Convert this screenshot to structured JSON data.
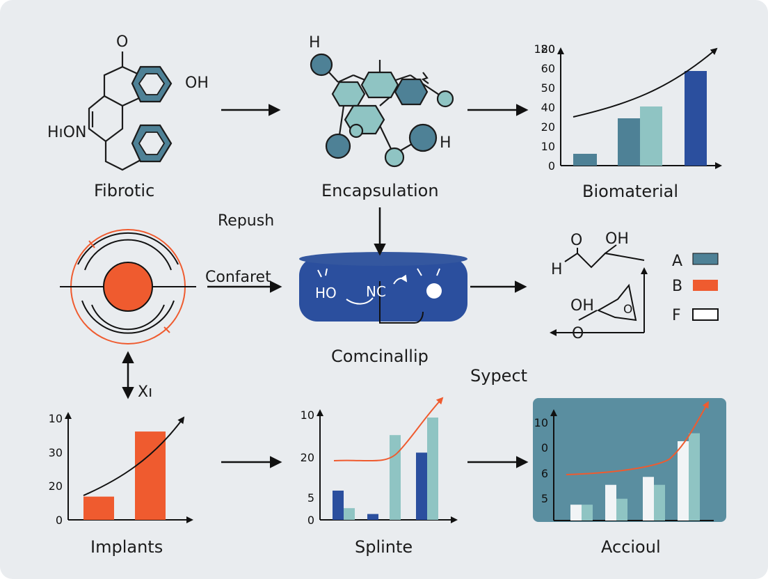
{
  "titles": {
    "fibrotic": "Fibrotic",
    "encapsulation": "Encapsulation",
    "biomaterial": "Biomaterial",
    "repush": "Repush",
    "confaret": "Confaret",
    "comcinallip": "Comcinallip",
    "sypect": "Sypect",
    "implants": "Implants",
    "splinte": "Splinte",
    "accioul": "Accioul",
    "x_label": "Xı"
  },
  "molecule1": {
    "o_top": "O",
    "oh": "OH",
    "hon": "HıON"
  },
  "molecule2": {
    "h_top": "H",
    "h_right": "H"
  },
  "capsule": {
    "ho": "HO",
    "nc": "NC"
  },
  "structure": {
    "o_top": "O",
    "oh_top": "OH",
    "h_left": "H",
    "oh_mid": "OH",
    "o_ring": "O",
    "o_bottom": "O"
  },
  "legend": [
    {
      "label": "A",
      "color": "#4e8196"
    },
    {
      "label": "B",
      "color": "#ef5b2f"
    },
    {
      "label": "F",
      "color": "#ffffff"
    }
  ],
  "colors": {
    "teal_dark": "#4e8196",
    "teal_light": "#8fc4c3",
    "navy": "#2b4f9e",
    "orange": "#ef5b2f",
    "panel": "#5a8ea0"
  },
  "chart_data": [
    {
      "type": "bar",
      "ytick_labels": [
        "0",
        "10",
        "20",
        "40",
        "50",
        "60",
        "80",
        "120"
      ],
      "series": [
        {
          "values": [
            10,
            40,
            50,
            80
          ]
        }
      ]
    },
    {
      "type": "bar",
      "ytick_labels": [
        "0",
        "20",
        "30",
        "10"
      ],
      "series": [
        {
          "values": [
            10,
            38
          ]
        }
      ]
    },
    {
      "type": "bar",
      "ytick_labels": [
        "0",
        "5",
        "20",
        "10"
      ],
      "series": [
        {
          "values": [
            10,
            2,
            30,
            23
          ]
        },
        {
          "values": [
            4,
            29,
            35
          ]
        }
      ]
    },
    {
      "type": "bar",
      "ytick_labels": [
        "5",
        "6",
        "0",
        "10"
      ],
      "series": [
        {
          "values": [
            4,
            9,
            11,
            20
          ]
        },
        {
          "values": [
            4,
            5.5,
            9,
            22
          ]
        }
      ]
    }
  ]
}
